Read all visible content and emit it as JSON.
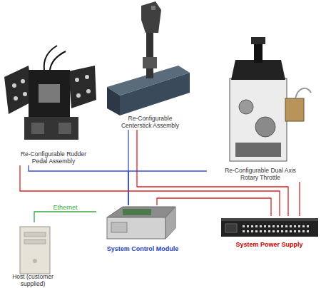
{
  "diagram": {
    "nodes": [
      {
        "text": [
          "Re-Configurable Rudder Pedal Assembly"
        ]
      },
      {
        "text": [
          "Re-Configurable Centerstick Assembly"
        ]
      },
      {
        "text": [
          "Re-Configurable Dual Axis Rotary Throttle"
        ]
      },
      {
        "text": [
          "Host (customer supplied)"
        ]
      },
      {
        "text": [
          "System Control Module"
        ]
      },
      {
        "text": [
          "System Power Supply"
        ]
      }
    ],
    "edges": [
      {
        "from": 4,
        "to": 0,
        "arrow": "none"
      },
      {
        "from": 4,
        "to": 1,
        "arrow": "none"
      },
      {
        "from": 4,
        "to": 2,
        "arrow": "none"
      },
      {
        "from": 5,
        "to": 0,
        "arrow": "none"
      },
      {
        "from": 5,
        "to": 1,
        "arrow": "none"
      },
      {
        "from": 5,
        "to": 2,
        "arrow": "none"
      },
      {
        "from": 5,
        "to": 4,
        "arrow": "none"
      },
      {
        "from": 3,
        "to": 4,
        "label": "Ethernet",
        "arrow": "none"
      }
    ]
  }
}
